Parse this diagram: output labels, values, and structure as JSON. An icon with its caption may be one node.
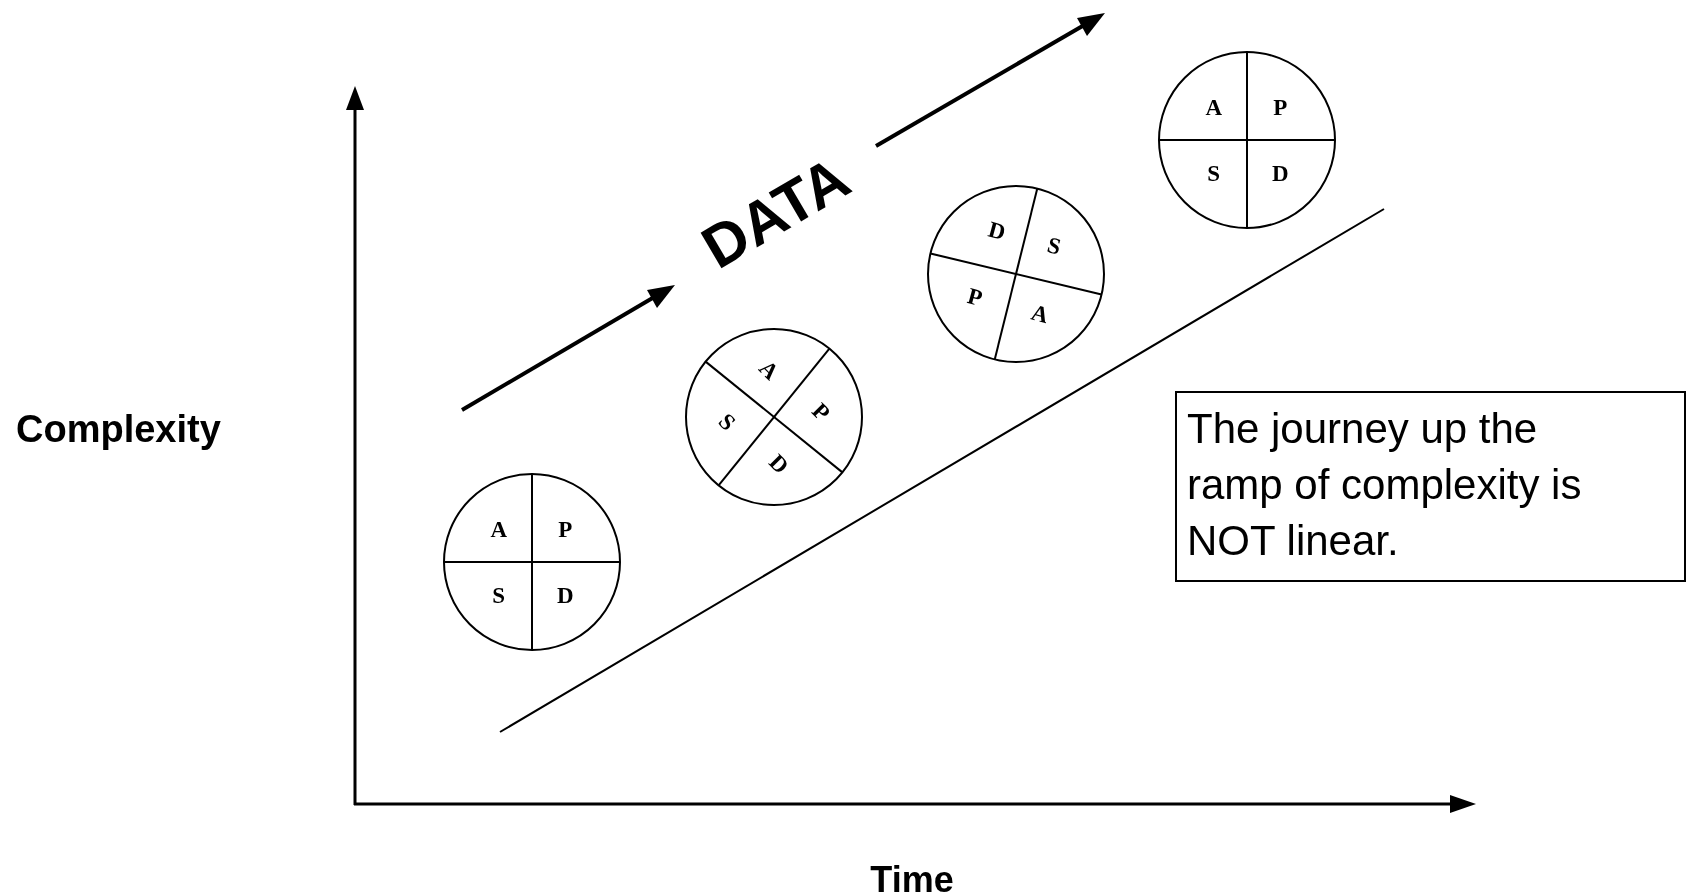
{
  "diagram": {
    "nodes": [
      {
        "text": [
          "A",
          "P",
          "S",
          "D"
        ]
      },
      {
        "text": [
          "A",
          "P",
          "S",
          "D"
        ]
      },
      {
        "text": [
          "D",
          "S",
          "P",
          "A"
        ]
      },
      {
        "text": [
          "A",
          "P",
          "S",
          "D"
        ]
      },
      {
        "text": [
          "The journey up the ramp of complexity is NOT linear."
        ]
      }
    ],
    "labels": [
      "DATA",
      "Complexity",
      "Time"
    ]
  }
}
